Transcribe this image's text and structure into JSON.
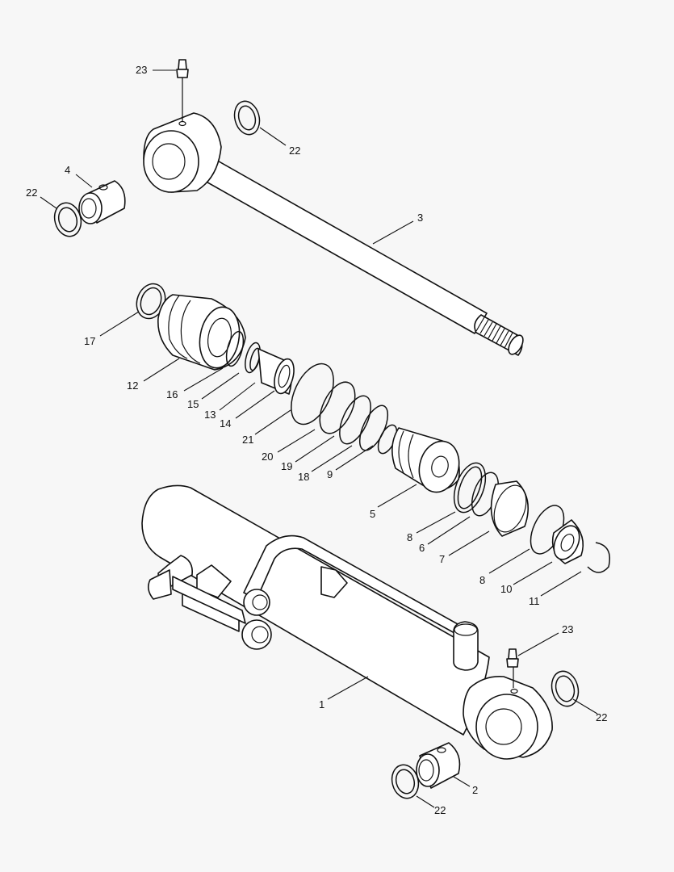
{
  "diagram": {
    "type": "exploded-parts-drawing",
    "background": "#f7f7f7",
    "line_color": "#111111",
    "callouts": [
      {
        "id": "c23a",
        "label": "23"
      },
      {
        "id": "c22a",
        "label": "22"
      },
      {
        "id": "c4",
        "label": "4"
      },
      {
        "id": "c22b",
        "label": "22"
      },
      {
        "id": "c3",
        "label": "3"
      },
      {
        "id": "c17",
        "label": "17"
      },
      {
        "id": "c12",
        "label": "12"
      },
      {
        "id": "c16",
        "label": "16"
      },
      {
        "id": "c15",
        "label": "15"
      },
      {
        "id": "c13",
        "label": "13"
      },
      {
        "id": "c14",
        "label": "14"
      },
      {
        "id": "c21",
        "label": "21"
      },
      {
        "id": "c20",
        "label": "20"
      },
      {
        "id": "c19",
        "label": "19"
      },
      {
        "id": "c18",
        "label": "18"
      },
      {
        "id": "c9",
        "label": "9"
      },
      {
        "id": "c5",
        "label": "5"
      },
      {
        "id": "c8a",
        "label": "8"
      },
      {
        "id": "c6",
        "label": "6"
      },
      {
        "id": "c7",
        "label": "7"
      },
      {
        "id": "c8b",
        "label": "8"
      },
      {
        "id": "c10",
        "label": "10"
      },
      {
        "id": "c11",
        "label": "11"
      },
      {
        "id": "c1",
        "label": "1"
      },
      {
        "id": "c23b",
        "label": "23"
      },
      {
        "id": "c22c",
        "label": "22"
      },
      {
        "id": "c2",
        "label": "2"
      },
      {
        "id": "c22d",
        "label": "22"
      }
    ]
  }
}
